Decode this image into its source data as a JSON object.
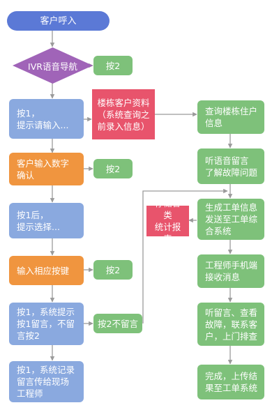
{
  "nodes": {
    "start": "客户呼入",
    "ivr": "IVR语音导航",
    "press2_a": "按2",
    "press1_input": "按1，\n提示请输入...",
    "building_data": "楼栋客户资料\n（系统查询之\n前录入信息）",
    "query_resident": "查询楼栋住户\n信息",
    "customer_input": "客户输入数字\n确认",
    "press2_b": "按2",
    "listen_voice": "听语音留言\n了解故障问题",
    "press1_after": "按1后，\n提示选择...",
    "store_reports": "存储各类\n统计报表",
    "generate_ticket": "生成工单信息\n发送至工单综\n合系统",
    "input_key": "输入相应按键",
    "press2_c": "按2",
    "engineer_receive": "工程师手机端\n接收消息",
    "press1_system": "按1，系统提示\n按1留言，不留\n言按2",
    "press2_no_msg": "按2不留言",
    "listen_check": "听留言、查看\n故障，联系客\n户，上门排查",
    "press1_record": "按1，系统记录\n留言传给现场\n工程师",
    "complete_upload": "完成，上传结\n果至工单系统"
  },
  "colors": {
    "start": "#5b79d6",
    "step": "#8aa9df",
    "option": "#7ec17a",
    "input": "#f0953f",
    "data": "#e8546c",
    "connector": "#9a9a9a"
  }
}
